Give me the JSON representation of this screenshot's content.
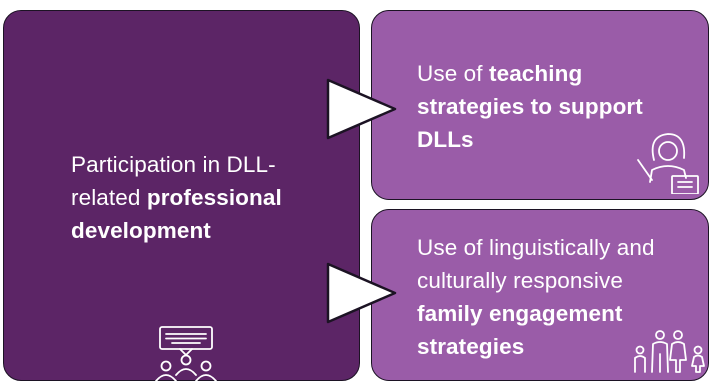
{
  "left_box": {
    "line1": "Participation in DLL-",
    "line2_plain": "related ",
    "line2_bold": "professional",
    "line3_bold": "development",
    "icon": "group-discussion-icon"
  },
  "top_right_box": {
    "line1_plain": "Use of ",
    "line1_bold": "teaching",
    "line2_bold": "strategies to support",
    "line3_bold": "DLLs",
    "icon": "teacher-icon"
  },
  "bottom_right_box": {
    "line1": "Use of linguistically and",
    "line2": "culturally responsive",
    "line3_bold": "family engagement",
    "line4_bold": "strategies",
    "icon": "family-icon"
  },
  "colors": {
    "dark_purple": "#5c2566",
    "light_purple": "#9a5ca8",
    "outline": "#1c1324",
    "text": "#ffffff"
  }
}
